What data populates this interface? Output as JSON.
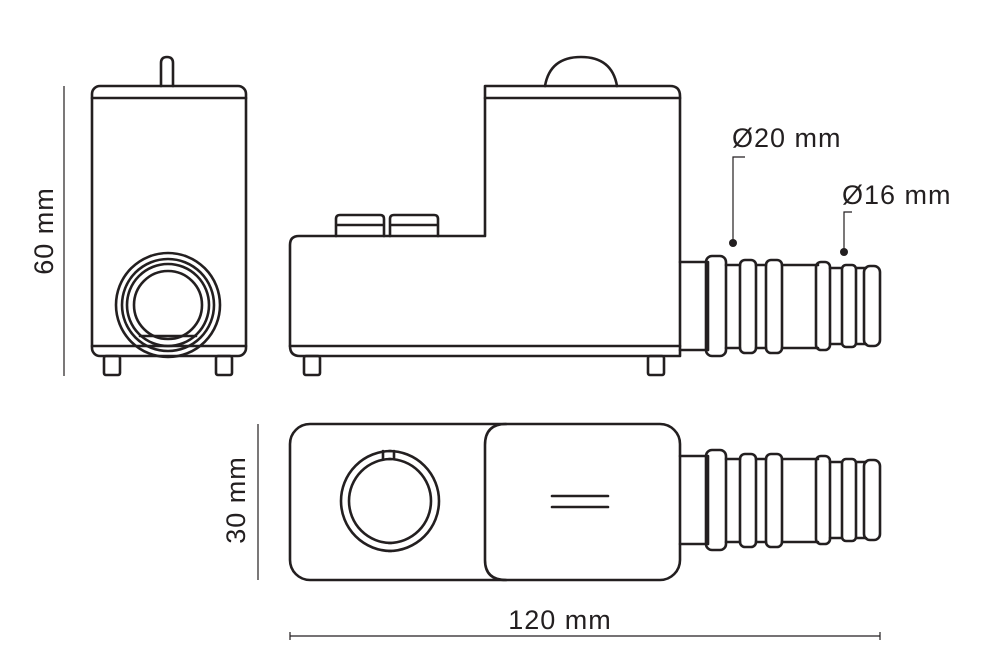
{
  "dimensions": {
    "height_label": "60 mm",
    "depth_label": "30 mm",
    "width_label": "120 mm",
    "outer_diameter_label": "Ø20 mm",
    "inner_diameter_label": "Ø16 mm"
  },
  "colors": {
    "line": "#231f20",
    "background": "#ffffff"
  }
}
